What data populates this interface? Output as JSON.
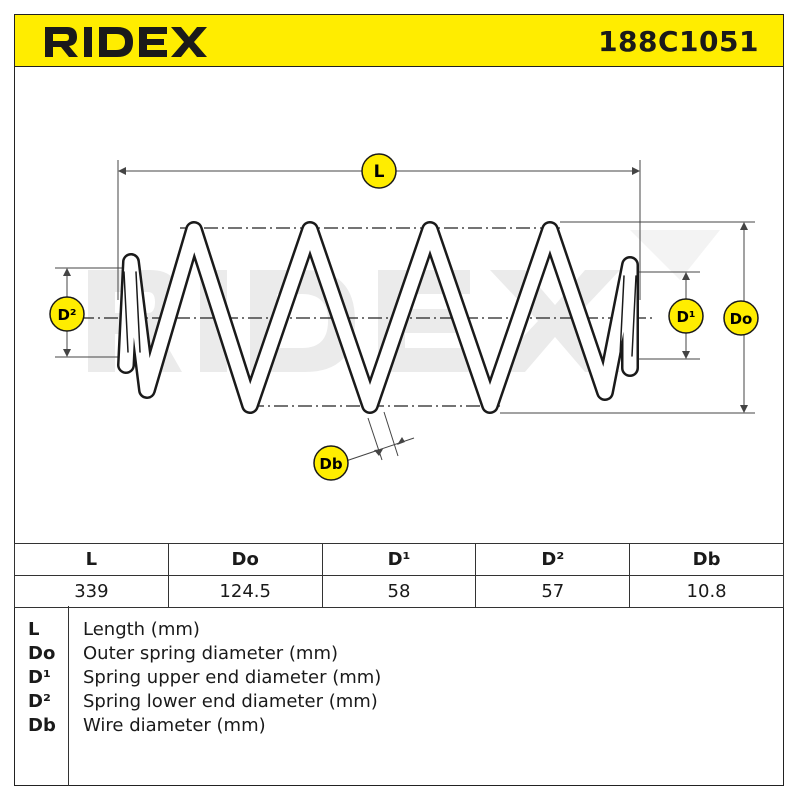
{
  "brand": "RIDEX",
  "part_number": "188C1051",
  "diagram": {
    "labels": {
      "length": "L",
      "outer_diameter": "Do",
      "upper_end_diameter": "D¹",
      "lower_end_diameter": "D²",
      "wire_diameter": "Db"
    },
    "accent_color": "#ffed00"
  },
  "table": {
    "headers": [
      "L",
      "Do",
      "D¹",
      "D²",
      "Db"
    ],
    "values": [
      "339",
      "124.5",
      "58",
      "57",
      "10.8"
    ]
  },
  "legend": [
    {
      "key": "L",
      "desc": "Length (mm)"
    },
    {
      "key": "Do",
      "desc": "Outer spring diameter (mm)"
    },
    {
      "key": "D¹",
      "desc": "Spring upper end diameter (mm)"
    },
    {
      "key": "D²",
      "desc": "Spring lower end diameter (mm)"
    },
    {
      "key": "Db",
      "desc": "Wire diameter (mm)"
    }
  ]
}
